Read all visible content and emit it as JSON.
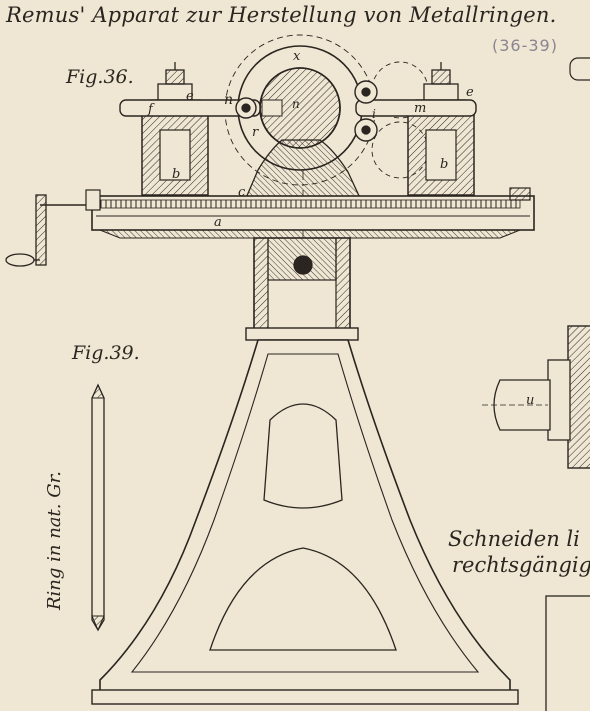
{
  "title": "Remus' Apparat zur Herstellung von Metallringen.",
  "figure_range": "(36-39)",
  "fig36_label": "Fig.36.",
  "fig39_label": "Fig.39.",
  "ring_caption": "Ring in nat. Gr.",
  "side_caption_line1": "Schneiden li",
  "side_caption_line2": "rechtsgängig",
  "part_letters": {
    "a": "a",
    "b": "b",
    "b2": "b",
    "c": "c",
    "e": "e",
    "e2": "e",
    "f": "f",
    "m": "m",
    "n": "n",
    "n2": "n",
    "r": "r",
    "u": "u",
    "x": "x",
    "i": "i"
  }
}
